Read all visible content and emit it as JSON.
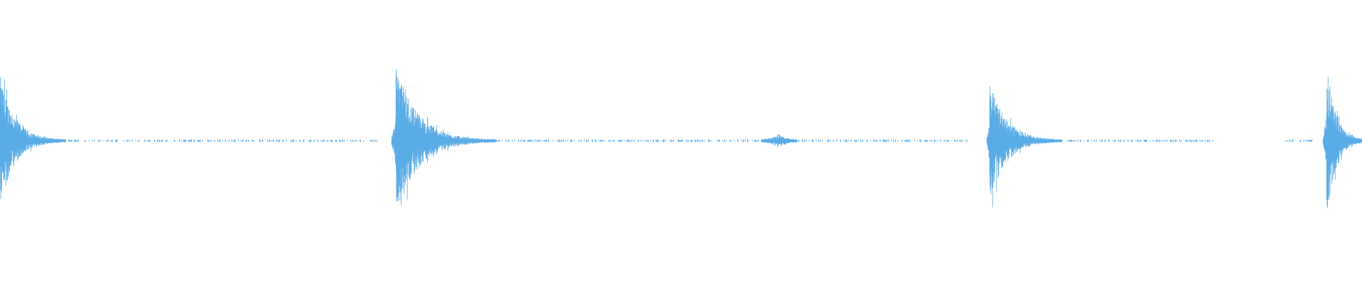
{
  "waveform": {
    "color": "#5AACE6",
    "background": "#FFFFFF",
    "transients": [
      {
        "name": "transient-1",
        "peak_amplitude": 0.85
      },
      {
        "name": "transient-2",
        "peak_amplitude": 1.0
      },
      {
        "name": "transient-3",
        "peak_amplitude": 0.8
      },
      {
        "name": "transient-4",
        "peak_amplitude": 1.0
      }
    ],
    "minor_bursts": [
      {
        "name": "minor-burst-1",
        "peak_amplitude": 0.08
      }
    ]
  }
}
